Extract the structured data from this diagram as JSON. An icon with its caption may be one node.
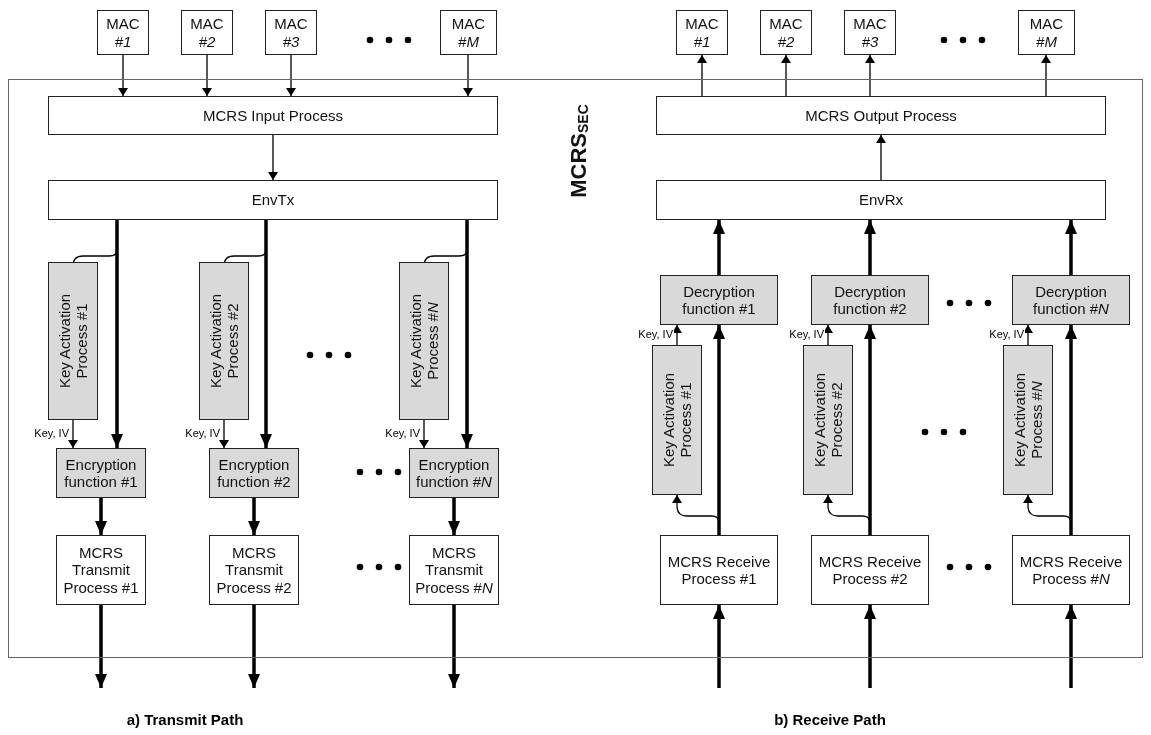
{
  "diagram": {
    "nodes": [
      {
        "text": [
          "MCRS$_{SEC}$"
        ]
      },
      {
        "text": [
          "MAC *#1*"
        ]
      },
      {
        "text": [
          "MAC *#2*"
        ]
      },
      {
        "text": [
          "MAC *#3*"
        ]
      },
      {
        "text": [
          "MAC *#M*"
        ]
      },
      {
        "text": [
          "MCRS Input Process"
        ],
        "in": 0
      },
      {
        "text": [
          "EnvTx"
        ],
        "in": 0
      },
      {
        "text": [
          "Key Activation Process #1"
        ],
        "in": 0
      },
      {
        "text": [
          "Key Activation Process #2"
        ],
        "in": 0
      },
      {
        "text": [
          "Key Activation Process #*N*"
        ],
        "in": 0
      },
      {
        "text": [
          "Encryption function #1"
        ],
        "in": 0
      },
      {
        "text": [
          "Encryption function #2"
        ],
        "in": 0
      },
      {
        "text": [
          "Encryption function #*N*"
        ],
        "in": 0
      },
      {
        "text": [
          "MCRS Transmit Process #1"
        ],
        "in": 0
      },
      {
        "text": [
          "MCRS Transmit Process #2"
        ],
        "in": 0
      },
      {
        "text": [
          "MCRS Transmit Process #*N*"
        ],
        "in": 0
      },
      {
        "text": [
          "MAC *#1*"
        ]
      },
      {
        "text": [
          "MAC *#2*"
        ]
      },
      {
        "text": [
          "MAC *#3*"
        ]
      },
      {
        "text": [
          "MAC *#M*"
        ]
      },
      {
        "text": [
          "MCRS Output Process"
        ],
        "in": 0
      },
      {
        "text": [
          "EnvRx"
        ],
        "in": 0
      },
      {
        "text": [
          "Decryption function #1"
        ],
        "in": 0
      },
      {
        "text": [
          "Decryption function #2"
        ],
        "in": 0
      },
      {
        "text": [
          "Decryption function #*N*"
        ],
        "in": 0
      },
      {
        "text": [
          "Key Activation Process #1"
        ],
        "in": 0
      },
      {
        "text": [
          "Key Activation Process #2"
        ],
        "in": 0
      },
      {
        "text": [
          "Key Activation Process #*N*"
        ],
        "in": 0
      },
      {
        "text": [
          "MCRS Receive Process #1"
        ],
        "in": 0
      },
      {
        "text": [
          "MCRS Receive Process #2"
        ],
        "in": 0
      },
      {
        "text": [
          "MCRS Receive Process #*N*"
        ],
        "in": 0
      }
    ],
    "edges": [
      {
        "from": 1,
        "to": 5,
        "arrow": "to"
      },
      {
        "from": 2,
        "to": 5,
        "arrow": "to"
      },
      {
        "from": 3,
        "to": 5,
        "arrow": "to"
      },
      {
        "from": 4,
        "to": 5,
        "arrow": "to"
      },
      {
        "from": 5,
        "to": 6,
        "arrow": "to"
      },
      {
        "from": 6,
        "to": 7,
        "arrow": "to"
      },
      {
        "from": 6,
        "to": 8,
        "arrow": "to"
      },
      {
        "from": 6,
        "to": 9,
        "arrow": "to"
      },
      {
        "from": 6,
        "to": 10,
        "arrow": "to",
        "style": "thick"
      },
      {
        "from": 6,
        "to": 11,
        "arrow": "to",
        "style": "thick"
      },
      {
        "from": 6,
        "to": 12,
        "arrow": "to",
        "style": "thick"
      },
      {
        "from": 7,
        "to": 10,
        "arrow": "to",
        "label": "Key, IV"
      },
      {
        "from": 8,
        "to": 11,
        "arrow": "to",
        "label": "Key, IV"
      },
      {
        "from": 9,
        "to": 12,
        "arrow": "to",
        "label": "Key, IV"
      },
      {
        "from": 10,
        "to": 13,
        "arrow": "to",
        "style": "thick"
      },
      {
        "from": 11,
        "to": 14,
        "arrow": "to",
        "style": "thick"
      },
      {
        "from": 12,
        "to": 15,
        "arrow": "to",
        "style": "thick"
      },
      {
        "from": 13,
        "to": null,
        "arrow": "to",
        "style": "thick"
      },
      {
        "from": 14,
        "to": null,
        "arrow": "to",
        "style": "thick"
      },
      {
        "from": 15,
        "to": null,
        "arrow": "to",
        "style": "thick"
      },
      {
        "from": null,
        "to": 28,
        "arrow": "to",
        "style": "thick"
      },
      {
        "from": null,
        "to": 29,
        "arrow": "to",
        "style": "thick"
      },
      {
        "from": null,
        "to": 30,
        "arrow": "to",
        "style": "thick"
      },
      {
        "from": 28,
        "to": 22,
        "arrow": "to",
        "style": "thick"
      },
      {
        "from": 29,
        "to": 23,
        "arrow": "to",
        "style": "thick"
      },
      {
        "from": 30,
        "to": 24,
        "arrow": "to",
        "style": "thick"
      },
      {
        "from": 28,
        "to": 25,
        "arrow": "to"
      },
      {
        "from": 29,
        "to": 26,
        "arrow": "to"
      },
      {
        "from": 30,
        "to": 27,
        "arrow": "to"
      },
      {
        "from": 25,
        "to": 22,
        "arrow": "to",
        "label": "Key, IV"
      },
      {
        "from": 26,
        "to": 23,
        "arrow": "to",
        "label": "Key, IV"
      },
      {
        "from": 27,
        "to": 24,
        "arrow": "to",
        "label": "Key, IV"
      },
      {
        "from": 22,
        "to": 21,
        "arrow": "to",
        "style": "thick"
      },
      {
        "from": 23,
        "to": 21,
        "arrow": "to",
        "style": "thick"
      },
      {
        "from": 24,
        "to": 21,
        "arrow": "to",
        "style": "thick"
      },
      {
        "from": 21,
        "to": 20,
        "arrow": "to"
      },
      {
        "from": 20,
        "to": 16,
        "arrow": "to"
      },
      {
        "from": 20,
        "to": 17,
        "arrow": "to"
      },
      {
        "from": 20,
        "to": 18,
        "arrow": "to"
      },
      {
        "from": 20,
        "to": 19,
        "arrow": "to"
      }
    ],
    "labels": [
      "a) Transmit Path",
      "b) Receive Path"
    ]
  }
}
